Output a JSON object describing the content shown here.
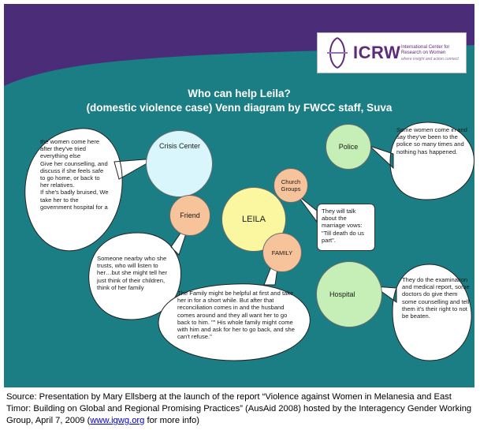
{
  "logo": {
    "text": "ICRW",
    "subtitle": "International Center for Research on Women",
    "tagline": "where insight and action connect"
  },
  "title": {
    "line1": "Who can help Leila?",
    "line2": "(domestic violence case)  Venn diagram by FWCC staff, Suva"
  },
  "circles": {
    "crisis_center": "Crisis Center",
    "police": "Police",
    "church": "Church Groups",
    "leila": "LEILA",
    "friend": "Friend",
    "family": "FAMILY",
    "hospital": "Hospital"
  },
  "bubbles": {
    "crisis_center": "the women come here after they've tried everything else\nGive her counselling, and discuss if she feels safe to go home, or back to her relatives.\nIf she's badly bruised, We take her to the government hospital for a",
    "police": "Some women come in and say they've been to the police so many times and nothing has happened.",
    "church": "They will talk about the marriage vows: \"Till death do us part\".",
    "friend": "Someone nearby who she trusts, who will listen to her…but she might tell her just think of their children, think of her family",
    "family": "The Family might be helpful at first and take her in for a short while. But after that reconciliation comes in and the husband comes around and they all want her to go back to him. \"\" His whole family might come with him and ask for her to go back, and she can't refuse.\"",
    "hospital": "They do the examination and medical report, some doctors do give them some counselling and tell them it's their right to not be beaten."
  },
  "caption": {
    "text": "Source: Presentation by Mary Ellsberg at the launch of the report “Violence against Women in Melanesia and East Timor: Building on Global and Regional Promising Practices” (AusAid 2008) hosted by the Interagency Gender Working Group, April 7, 2009 (",
    "link": "www.igwg.org",
    "tail": " for more info)"
  },
  "colors": {
    "background": "#1b7e84",
    "swoosh": "#4a2c78",
    "crisis_center": "#d8f6fb",
    "police": "#c5efb6",
    "church": "#f6c39a",
    "leila": "#fbf6a0",
    "friend": "#f6c39a",
    "family": "#f6c39a",
    "hospital": "#c5efb6"
  }
}
